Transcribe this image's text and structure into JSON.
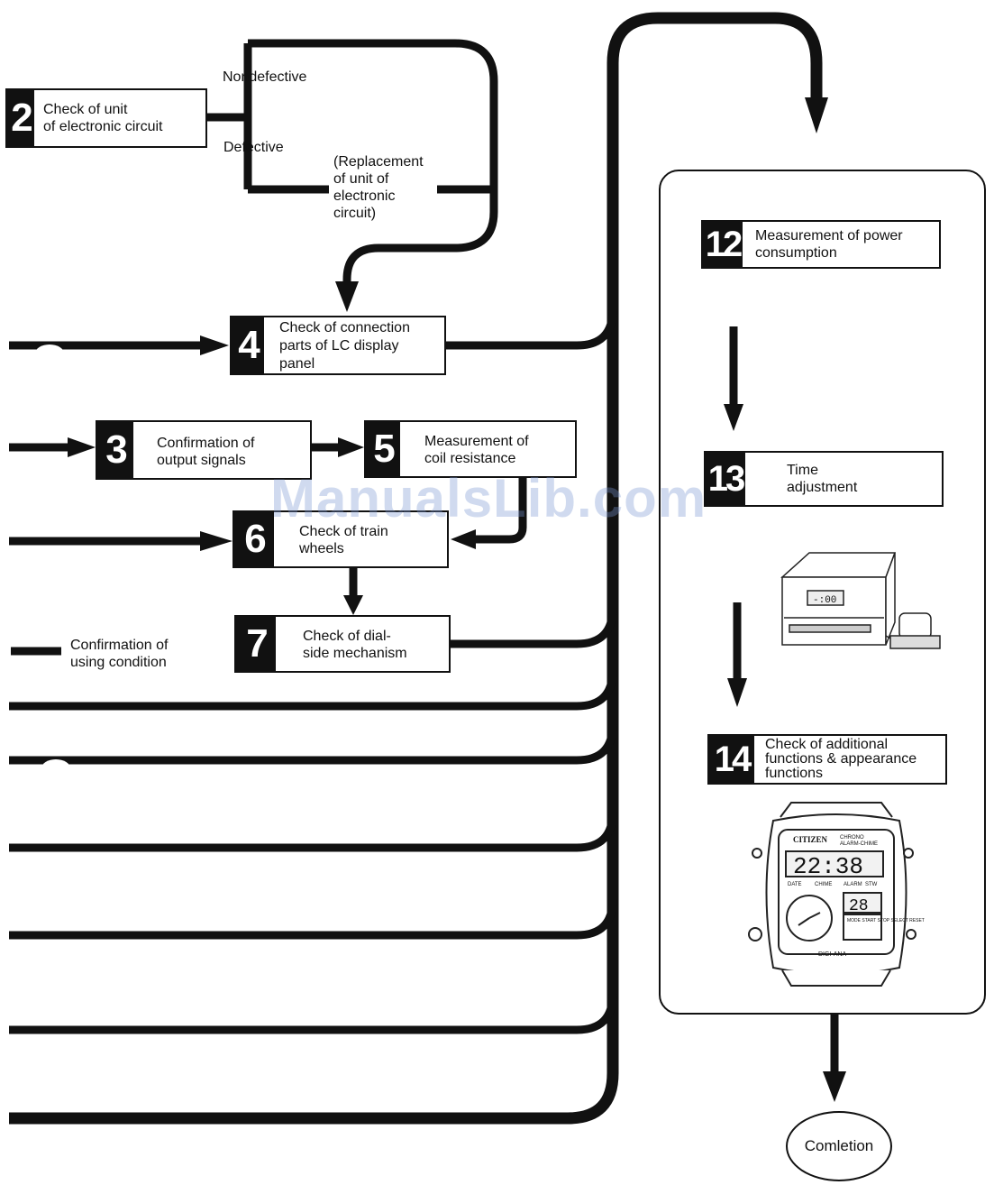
{
  "steps": {
    "s2": {
      "num": "2",
      "label": "Check of unit\nof electronic circuit"
    },
    "s3": {
      "num": "3",
      "label": "Confirmation of\noutput signals"
    },
    "s4": {
      "num": "4",
      "label": "Check of connection\nparts of LC display\npanel"
    },
    "s5": {
      "num": "5",
      "label": "Measurement of\ncoil resistance"
    },
    "s6": {
      "num": "6",
      "label": "Check of train\nwheels"
    },
    "s7": {
      "num": "7",
      "label": "Check of dial-\nside mechanism"
    },
    "s12": {
      "num": "12",
      "label": "Measurement of power\nconsumption"
    },
    "s13": {
      "num": "13",
      "label": "Time\nadjustment"
    },
    "s14": {
      "num": "14",
      "label": "Check of additional\nfunctions & appearance\nfunctions"
    }
  },
  "labels": {
    "nondefective": "Nondefective",
    "defective": "Defective",
    "replacement": "(Replacement\nof unit of\nelectronic\ncircuit)",
    "legend_confirmation": "Confirmation of\nusing condition"
  },
  "end": {
    "label": "Comletion"
  },
  "watch": {
    "brand": "CITIZEN",
    "model": "CHRONO\nALARM-CHIME",
    "time": "22:38",
    "date": "28",
    "tabs": [
      "DATE",
      "CHIME",
      "ALARM",
      "STW"
    ],
    "modes": "MODE\nSTART\nSTOP\nSELECT\nRESET",
    "bottom": "DIGI-ANA"
  },
  "tester": {
    "display": "-:00"
  },
  "watermark": "ManualsLib.com"
}
